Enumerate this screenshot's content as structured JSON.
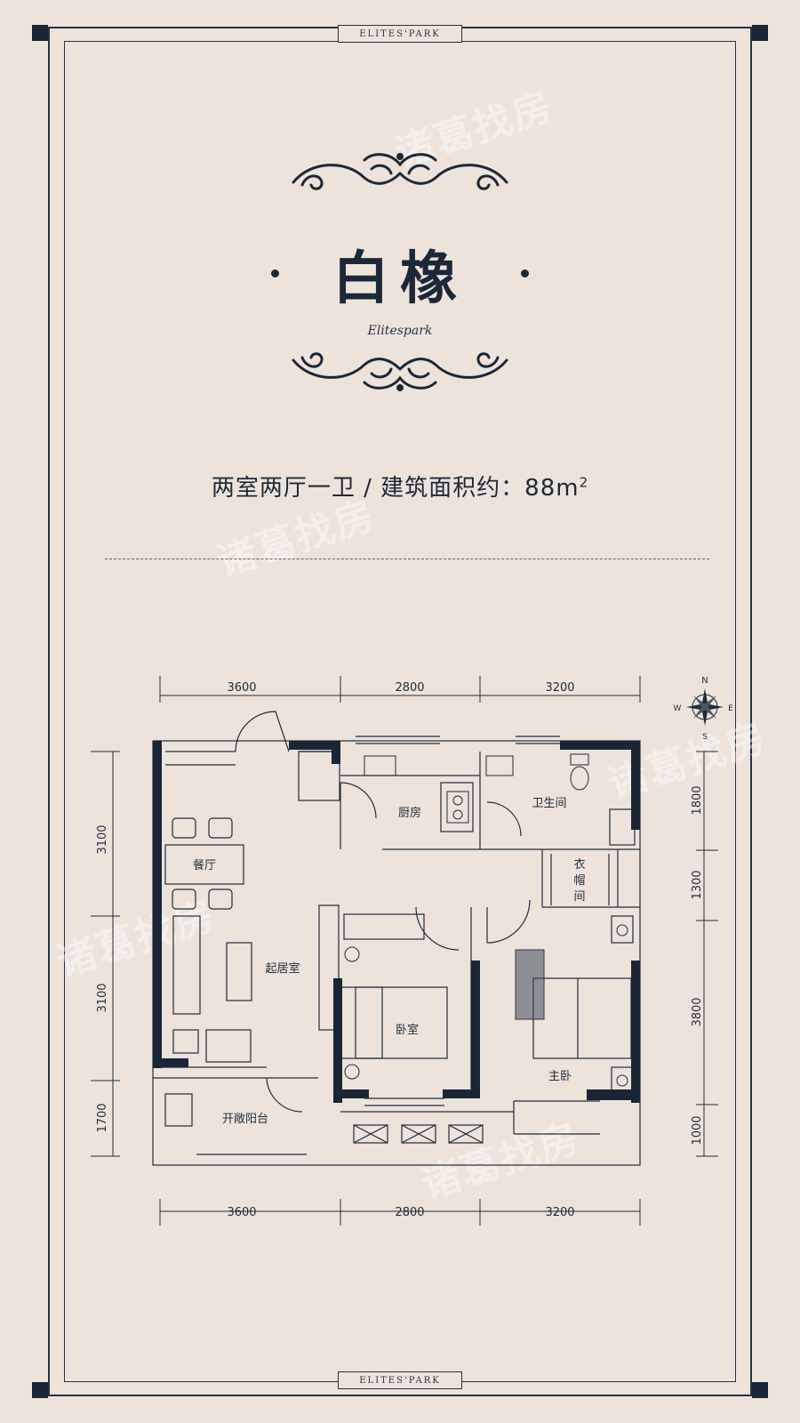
{
  "brand_top": "ELITES'PARK",
  "brand_bottom": "ELITES'PARK",
  "title": "白橡",
  "script_subtitle": "Elitespark",
  "layout_text": "两室两厅一卫 / 建筑面积约：88m",
  "area_superscript": "2",
  "watermark_text": "诸葛找房",
  "rooms": {
    "kitchen": "厨房",
    "bathroom": "卫生间",
    "wardrobe_1": "衣",
    "wardrobe_2": "帽",
    "wardrobe_3": "间",
    "dining": "餐厅",
    "living": "起居室",
    "bedroom": "卧室",
    "master": "主卧",
    "balcony": "开敞阳台"
  },
  "dimensions": {
    "top": [
      "3600",
      "2800",
      "3200"
    ],
    "bottom": [
      "3600",
      "2800",
      "3200"
    ],
    "left": [
      "3100",
      "3100",
      "1700"
    ],
    "right": [
      "1800",
      "1300",
      "3800",
      "1000"
    ]
  },
  "compass": {
    "n": "N",
    "s": "S",
    "e": "E",
    "w": "W"
  },
  "colors": {
    "background": "#ede3db",
    "ink": "#1c2838",
    "wall": "#1a2536"
  }
}
